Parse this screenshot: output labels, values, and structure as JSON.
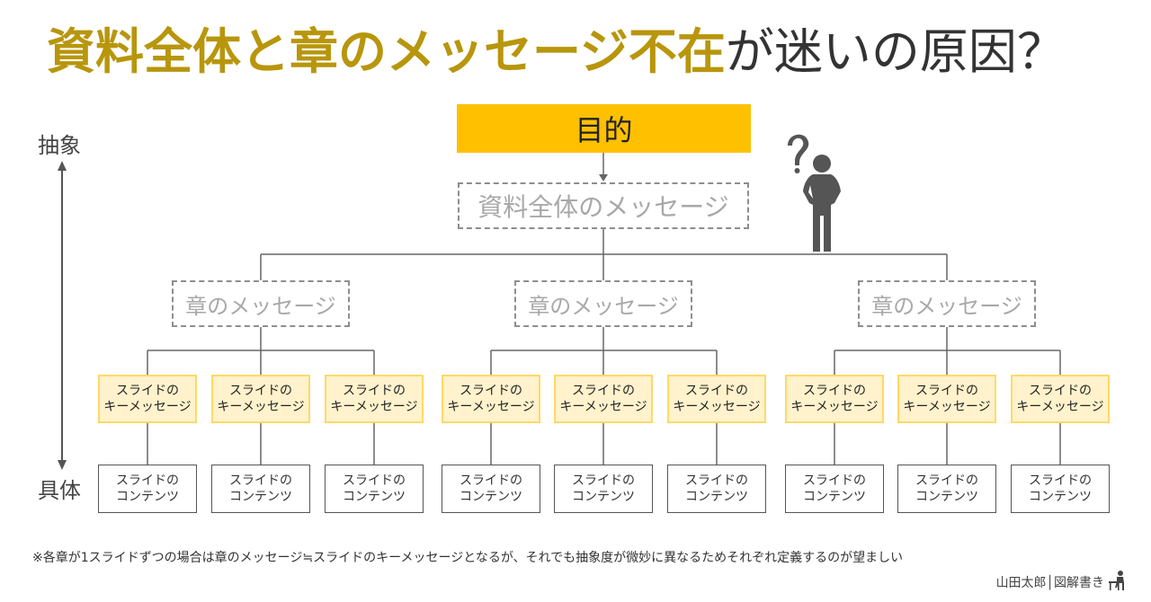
{
  "title": {
    "highlight": "資料全体と章のメッセージ不在",
    "rest": "が迷いの原因？"
  },
  "axis": {
    "top": "抽象",
    "bottom": "具体"
  },
  "purpose": "目的",
  "overall_message": "資料全体のメッセージ",
  "chapter_label": "章のメッセージ",
  "key_message": {
    "line1": "スライドの",
    "line2": "キーメッセージ"
  },
  "contents": {
    "line1": "スライドの",
    "line2": "コンテンツ"
  },
  "note": "※各章が1スライドずつの場合は章のメッセージ≒スライドのキーメッセージとなるが、それでも抽象度が微妙に異なるためそれぞれ定義するのが望ましい",
  "credit": "山田太郎│図解書き",
  "colors": {
    "accent": "#ffc000",
    "title_highlight": "#b8960c",
    "key_fill": "#fff2cc",
    "key_border": "#ffd966",
    "dashed": "#8e8e8e",
    "figure": "#555555"
  },
  "icons": [
    "question-mark-icon",
    "person-icon",
    "writer-desk-icon"
  ]
}
